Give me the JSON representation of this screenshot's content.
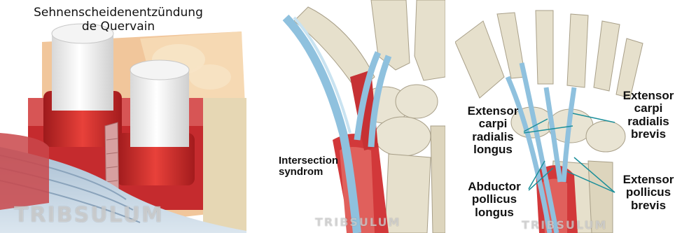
{
  "panel1": {
    "title_line1": "Sehnenscheidenentzündung",
    "title_line2": "de Quervain",
    "watermark": "TRIBSULUM"
  },
  "panel2": {
    "label_line1": "Intersection",
    "label_line2": "syndrom",
    "watermark": "TRIBSULUM"
  },
  "panel3": {
    "label_ecrl": [
      "Extensor",
      "carpi",
      "radialis",
      "longus"
    ],
    "label_ecrb": [
      "Extensor",
      "carpi",
      "radialis",
      "brevis"
    ],
    "label_apl": [
      "Abductor",
      "pollicus",
      "longus"
    ],
    "label_epb": [
      "Extensor",
      "pollicus",
      "brevis"
    ],
    "watermark": "TRIBSULUM"
  },
  "colors": {
    "tendon_blue": "#8fc1de",
    "muscle_red": "#d2383a",
    "bone": "#e8e2cf",
    "skin": "#f3c79a"
  }
}
